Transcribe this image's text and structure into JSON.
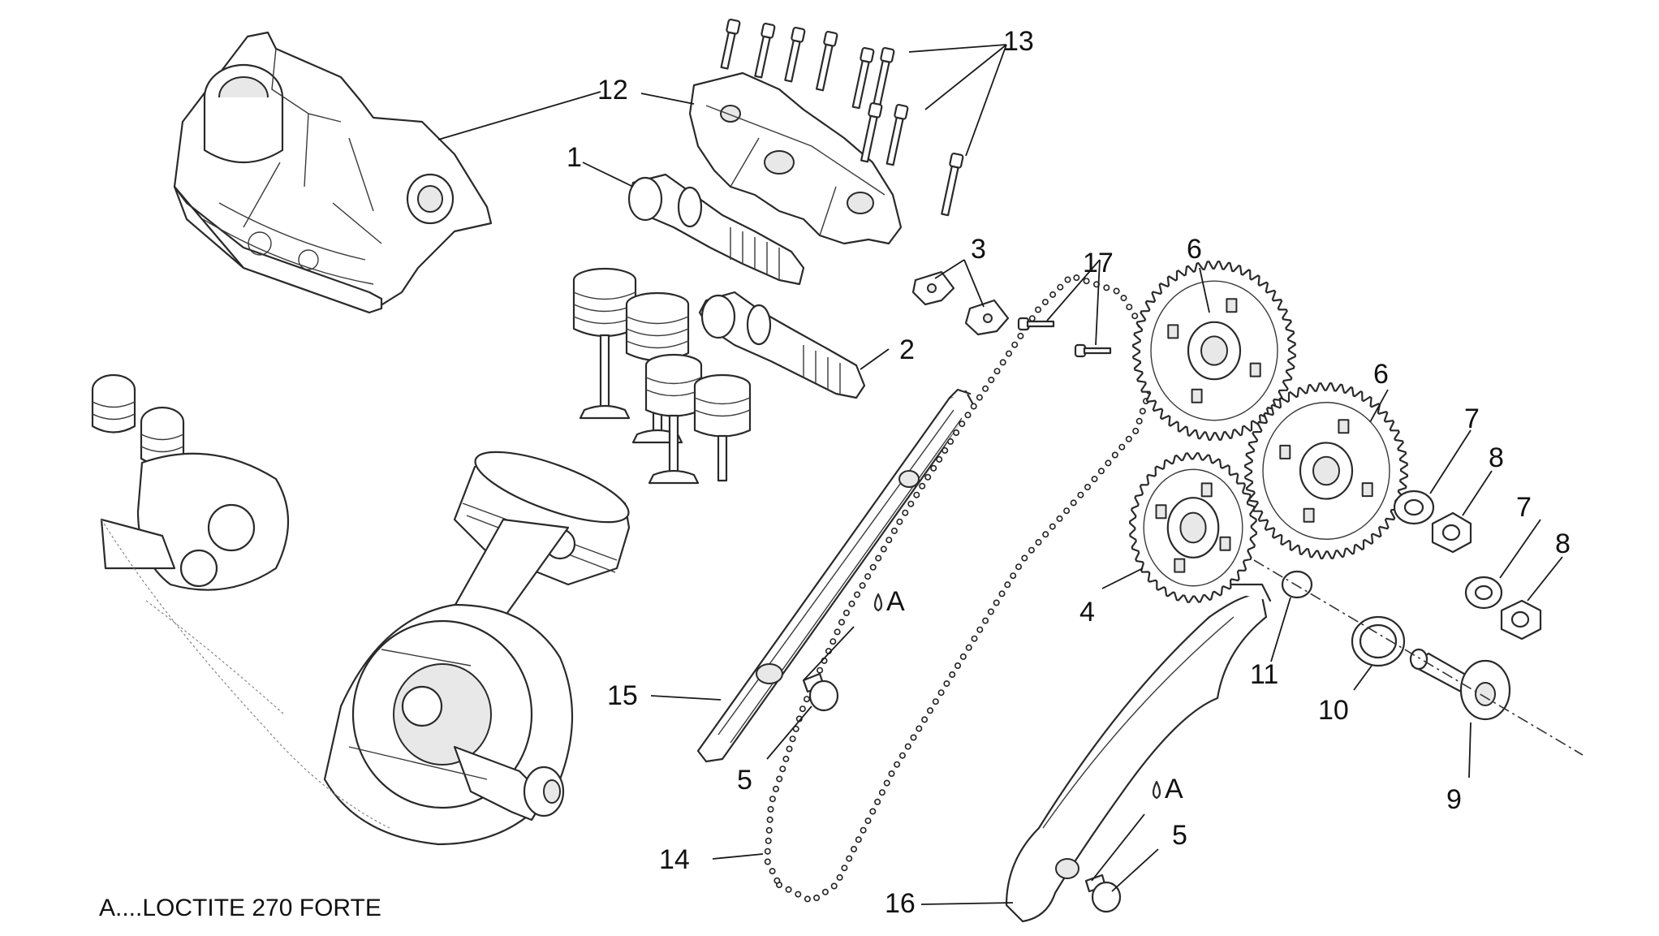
{
  "callouts": [
    {
      "id": "c1",
      "label": "1"
    },
    {
      "id": "c2",
      "label": "2"
    },
    {
      "id": "c3",
      "label": "3"
    },
    {
      "id": "c4",
      "label": "4"
    },
    {
      "id": "c5a",
      "label": "5"
    },
    {
      "id": "c5b",
      "label": "5"
    },
    {
      "id": "c6a",
      "label": "6"
    },
    {
      "id": "c6b",
      "label": "6"
    },
    {
      "id": "c7a",
      "label": "7"
    },
    {
      "id": "c7b",
      "label": "7"
    },
    {
      "id": "c8a",
      "label": "8"
    },
    {
      "id": "c8b",
      "label": "8"
    },
    {
      "id": "c9",
      "label": "9"
    },
    {
      "id": "c10",
      "label": "10"
    },
    {
      "id": "c11",
      "label": "11"
    },
    {
      "id": "c12",
      "label": "12"
    },
    {
      "id": "c13",
      "label": "13"
    },
    {
      "id": "c14",
      "label": "14"
    },
    {
      "id": "c15",
      "label": "15"
    },
    {
      "id": "c16",
      "label": "16"
    },
    {
      "id": "c17",
      "label": "17"
    }
  ],
  "adhesive_marks": [
    {
      "id": "a1",
      "label": "A"
    },
    {
      "id": "a2",
      "label": "A"
    }
  ],
  "legend": {
    "note": "A....LOCTITE 270 FORTE"
  },
  "colors": {
    "line": "#2a2a2a",
    "background": "#ffffff"
  }
}
